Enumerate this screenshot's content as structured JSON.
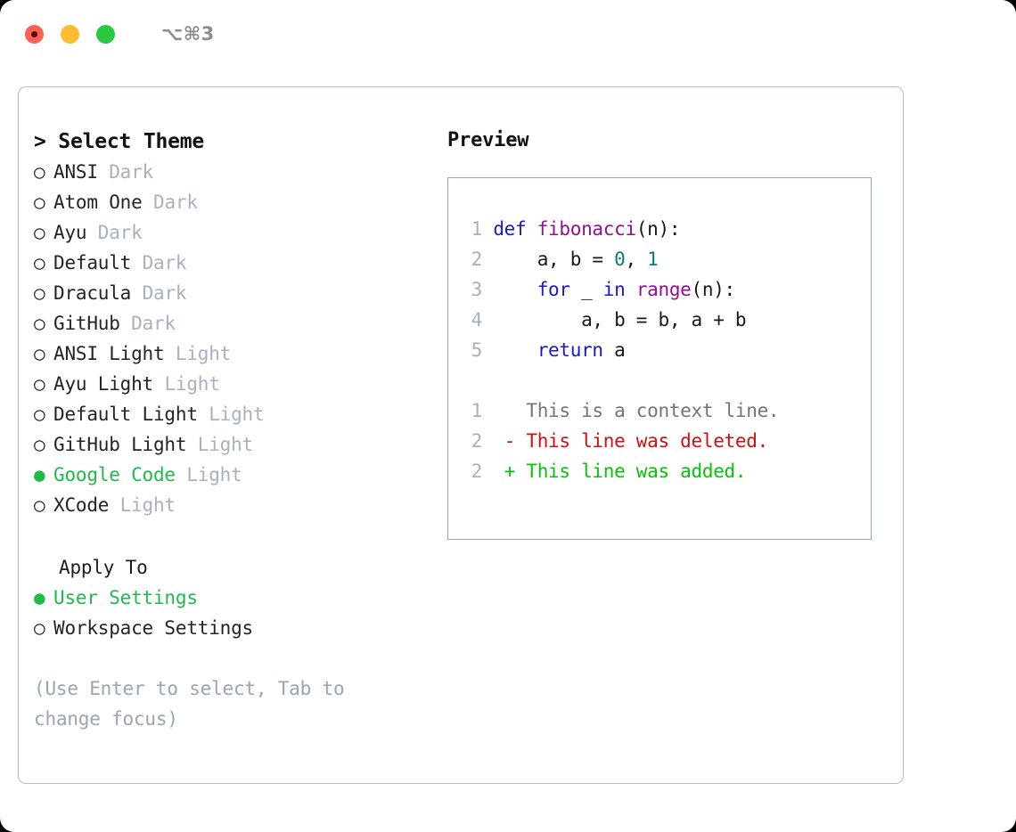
{
  "titlebar": {
    "buttons": [
      {
        "name": "close",
        "color": "#ff5f56"
      },
      {
        "name": "minimize",
        "color": "#febc2e"
      },
      {
        "name": "maximize",
        "color": "#28c840"
      }
    ],
    "shortcut": "⌥⌘3"
  },
  "theme_picker": {
    "heading": "> Select Theme",
    "selected_bullet": "●",
    "unselected_bullet": "○",
    "accent_color": "#20ba4a",
    "tag_color": "#a8b1bd",
    "options": [
      {
        "bullet": "○",
        "label": "ANSI",
        "tag": "Dark",
        "selected": false
      },
      {
        "bullet": "○",
        "label": "Atom One",
        "tag": "Dark",
        "selected": false
      },
      {
        "bullet": "○",
        "label": "Ayu",
        "tag": "Dark",
        "selected": false
      },
      {
        "bullet": "○",
        "label": "Default",
        "tag": "Dark",
        "selected": false
      },
      {
        "bullet": "○",
        "label": "Dracula",
        "tag": "Dark",
        "selected": false
      },
      {
        "bullet": "○",
        "label": "GitHub",
        "tag": "Dark",
        "selected": false
      },
      {
        "bullet": "○",
        "label": "ANSI Light",
        "tag": "Light",
        "selected": false
      },
      {
        "bullet": "○",
        "label": "Ayu Light",
        "tag": "Light",
        "selected": false
      },
      {
        "bullet": "○",
        "label": "Default Light",
        "tag": "Light",
        "selected": false
      },
      {
        "bullet": "○",
        "label": "GitHub Light",
        "tag": "Light",
        "selected": false
      },
      {
        "bullet": "●",
        "label": "Google Code",
        "tag": "Light",
        "selected": true
      },
      {
        "bullet": "○",
        "label": "XCode",
        "tag": "Light",
        "selected": false
      }
    ]
  },
  "apply_to": {
    "heading": "Apply To",
    "options": [
      {
        "bullet": "●",
        "label": "User Settings",
        "selected": true
      },
      {
        "bullet": "○",
        "label": "Workspace Settings",
        "selected": false
      }
    ]
  },
  "hint": "(Use Enter to select, Tab to change focus)",
  "preview": {
    "title": "Preview",
    "code_lines": [
      {
        "no": "1",
        "tokens": [
          {
            "t": "def ",
            "c": "kw"
          },
          {
            "t": "fibonacci",
            "c": "fn"
          },
          {
            "t": "(n):",
            "c": "plain"
          }
        ]
      },
      {
        "no": "2",
        "tokens": [
          {
            "t": "    a, b = ",
            "c": "plain"
          },
          {
            "t": "0",
            "c": "num"
          },
          {
            "t": ", ",
            "c": "plain"
          },
          {
            "t": "1",
            "c": "num"
          }
        ]
      },
      {
        "no": "3",
        "tokens": [
          {
            "t": "    ",
            "c": "plain"
          },
          {
            "t": "for",
            "c": "kw"
          },
          {
            "t": " _ ",
            "c": "plain"
          },
          {
            "t": "in",
            "c": "kw"
          },
          {
            "t": " ",
            "c": "plain"
          },
          {
            "t": "range",
            "c": "fn"
          },
          {
            "t": "(n):",
            "c": "plain"
          }
        ]
      },
      {
        "no": "4",
        "tokens": [
          {
            "t": "        a, b = b, a + b",
            "c": "plain"
          }
        ]
      },
      {
        "no": "5",
        "tokens": [
          {
            "t": "    ",
            "c": "plain"
          },
          {
            "t": "return",
            "c": "kw"
          },
          {
            "t": " a",
            "c": "plain"
          }
        ]
      }
    ],
    "diff_lines": [
      {
        "no": "1",
        "marker": "  ",
        "text": "This is a context line.",
        "kind": "ctx"
      },
      {
        "no": "2",
        "marker": "- ",
        "text": "This line was deleted.",
        "kind": "del"
      },
      {
        "no": "2",
        "marker": "+ ",
        "text": "This line was added.",
        "kind": "add"
      }
    ]
  }
}
